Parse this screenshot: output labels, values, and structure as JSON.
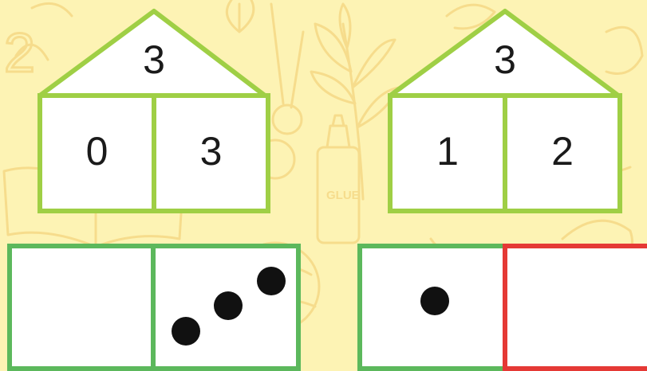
{
  "colors": {
    "background": "#fdf3b4",
    "doodle": "#f6dc8c",
    "house_outline": "#9fcf45",
    "domino_green": "#5cb85c",
    "domino_red": "#e53935",
    "dot": "#111111"
  },
  "background_doodles": {
    "glue_label": "GLUE",
    "digit": "2"
  },
  "houses": [
    {
      "roof": "3",
      "left": "0",
      "right": "3"
    },
    {
      "roof": "3",
      "left": "1",
      "right": "2"
    }
  ],
  "dominoes": [
    {
      "left_dots": 0,
      "right_dots": 3,
      "left_border": "green",
      "right_border": "green"
    },
    {
      "left_dots": 1,
      "right_dots": 0,
      "left_border": "green",
      "right_border": "red"
    }
  ]
}
